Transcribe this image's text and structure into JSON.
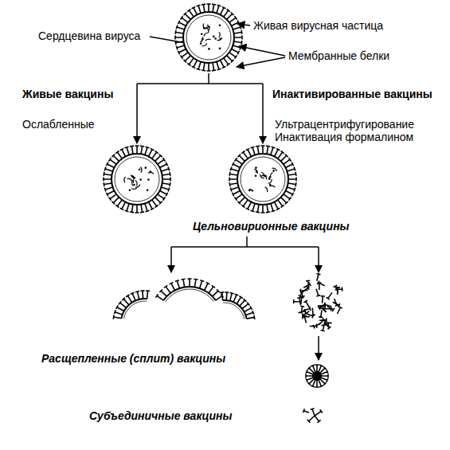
{
  "diagram": {
    "labels": [
      "Сердцевина вируса",
      "Живая вирусная частица",
      "Мембранные белки",
      "Живые вакцины",
      "Инактивированные вакцины",
      "Ослабленные",
      "Ультрацентрифугирование Инактивация формалином",
      "Цельновирионные вакцины",
      "Расщепленные (сплит) вакцины",
      "Субъединичные вакцины"
    ]
  }
}
